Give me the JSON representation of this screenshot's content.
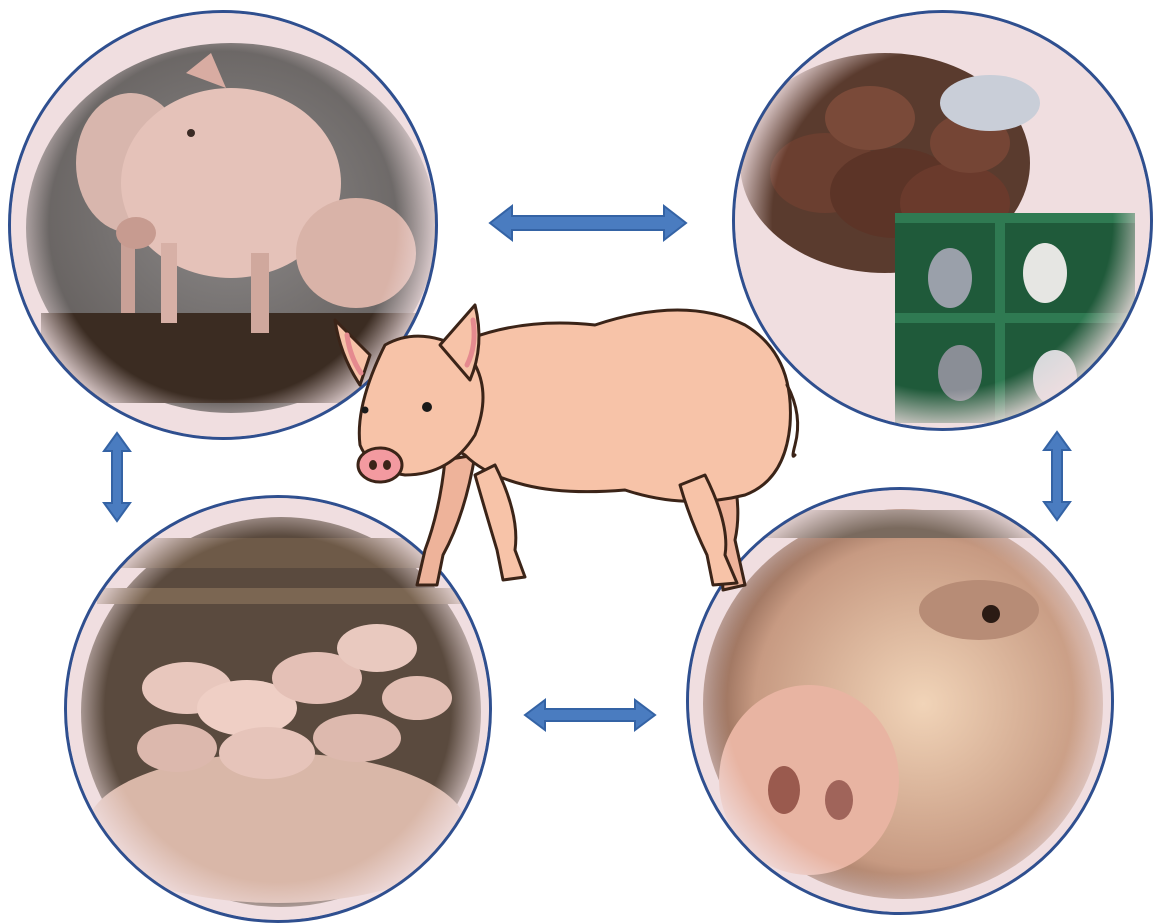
{
  "diagram": {
    "panels": [
      {
        "id": "herd",
        "icon": "pig-herd-photo"
      },
      {
        "id": "rodents-birds",
        "icon": "rats-and-pigeons-photo"
      },
      {
        "id": "piglets",
        "icon": "nursing-piglets-photo"
      },
      {
        "id": "pig-snout",
        "icon": "pig-snout-closeup-photo"
      }
    ],
    "center": {
      "icon": "pig-illustration"
    },
    "arrows": [
      {
        "id": "top",
        "direction": "bidirectional-horizontal"
      },
      {
        "id": "bottom",
        "direction": "bidirectional-horizontal"
      },
      {
        "id": "left",
        "direction": "bidirectional-vertical"
      },
      {
        "id": "right",
        "direction": "bidirectional-vertical"
      }
    ],
    "colors": {
      "circle_border": "#2f4f8f",
      "circle_fill": "#f0dee0",
      "arrow_fill": "#4a7cc0",
      "arrow_stroke": "#3463a5",
      "pig_skin": "#f7c3a8",
      "pig_outline": "#3b2418"
    }
  }
}
